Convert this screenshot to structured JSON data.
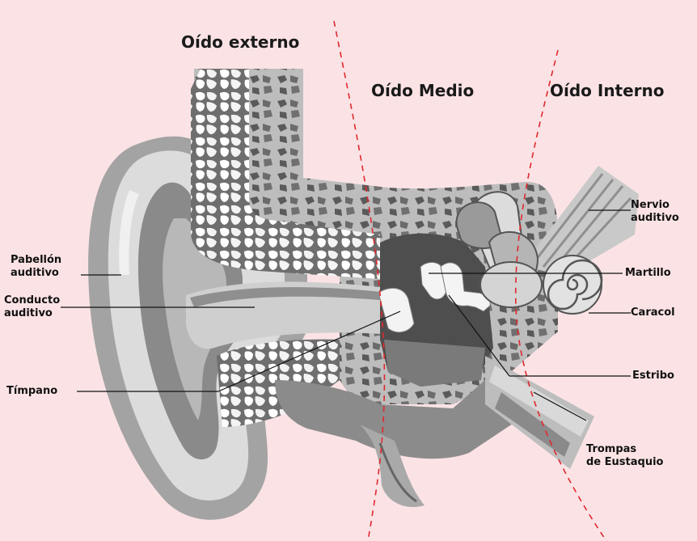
{
  "colors": {
    "background": "#fbe3e5",
    "divider": "#e0282e",
    "ink": "#111111"
  },
  "regions": {
    "outer": "Oído externo",
    "middle": "Oído Medio",
    "inner": "Oído Interno"
  },
  "labels": {
    "pinna": "Pabellón\nauditivo",
    "canal": "Conducto\nauditivo",
    "eardrum": "Tímpano",
    "nerve": "Nervio\nauditivo",
    "hammer": "Martillo",
    "cochlea": "Caracol",
    "stirrup": "Estribo",
    "eustachian": "Trompas\nde Eustaquio"
  }
}
